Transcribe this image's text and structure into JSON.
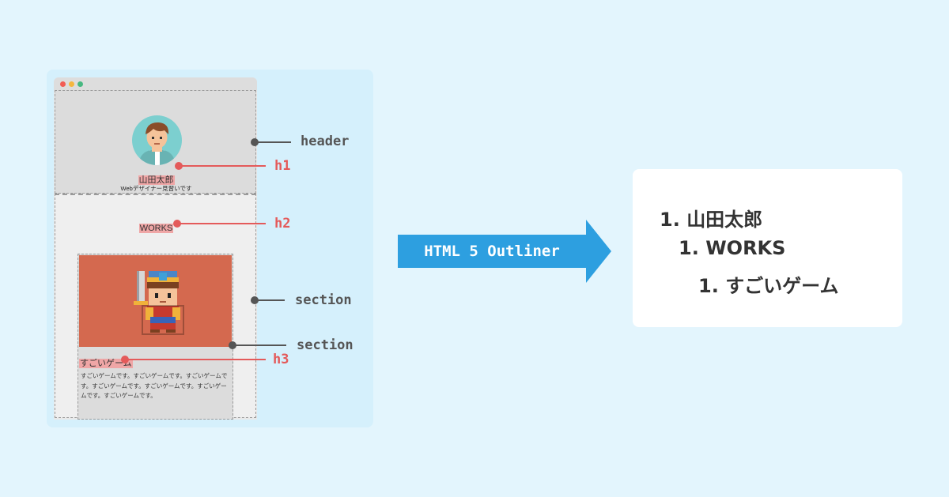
{
  "browser": {
    "window_dots": [
      "#f25c54",
      "#f4b63f",
      "#47b881"
    ],
    "header": {
      "h1_text": "山田太郎",
      "subtitle": "Webデザイナー見習いです"
    },
    "section": {
      "h2_text": "WORKS",
      "article": {
        "h3_text": "すごいゲーム",
        "body": "すごいゲームです。すごいゲームです。すごいゲームです。すごいゲームです。すごいゲームです。すごいゲームです。すごいゲームです。"
      }
    }
  },
  "callouts": {
    "header": "header",
    "h1": "h1",
    "h2": "h2",
    "section_outer": "section",
    "section_inner": "section",
    "h3": "h3"
  },
  "arrow": {
    "label": "HTML 5 Outliner",
    "color": "#2d9fe0"
  },
  "outline": [
    {
      "num": "1.",
      "text": "山田太郎"
    },
    {
      "num": "1.",
      "text": "WORKS"
    },
    {
      "num": "1.",
      "text": "すごいゲーム"
    }
  ],
  "colors": {
    "highlight": "#efa6a6",
    "tag_red": "#e45a5a",
    "callout_gray": "#555555"
  }
}
